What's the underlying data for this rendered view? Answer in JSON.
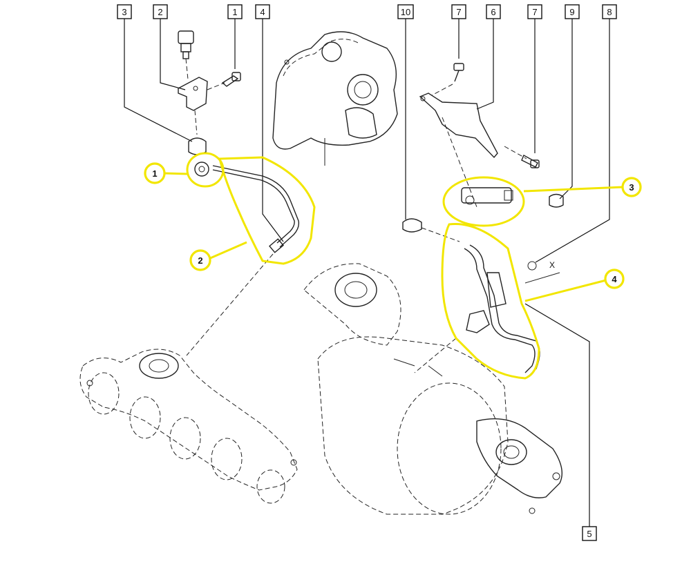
{
  "callouts": {
    "c3": "3",
    "c2": "2",
    "c1a": "1",
    "c4": "4",
    "c10": "10",
    "c7a": "7",
    "c6": "6",
    "c7b": "7",
    "c9": "9",
    "c8": "8",
    "c5": "5"
  },
  "highlights": {
    "h1": "1",
    "h2": "2",
    "h3": "3",
    "h4": "4"
  },
  "dimension_label": "X",
  "colors": {
    "highlight": "#f2e600",
    "line": "#222222",
    "background": "#ffffff"
  }
}
